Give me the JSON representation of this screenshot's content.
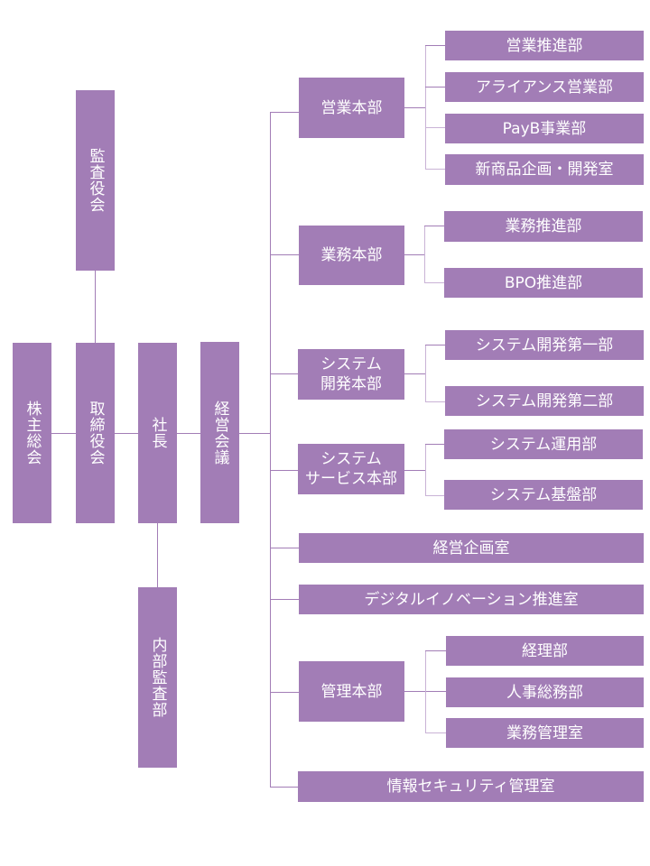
{
  "colors": {
    "box": "#a27db6",
    "text": "#ffffff",
    "connector": "#a27db6"
  },
  "top_level": {
    "shareholders": "株主総会",
    "board": "取締役会",
    "auditors": "監査役会",
    "president": "社長",
    "internal_audit": "内部監査部",
    "management_meeting": "経営会議"
  },
  "divisions": [
    {
      "name": "営業本部",
      "children": [
        "営業推進部",
        "アライアンス営業部",
        "PayB事業部",
        "新商品企画・開発室"
      ]
    },
    {
      "name": "業務本部",
      "children": [
        "業務推進部",
        "BPO推進部"
      ]
    },
    {
      "name": "システム\n開発本部",
      "children": [
        "システム開発第一部",
        "システム開発第二部"
      ]
    },
    {
      "name": "システム\nサービス本部",
      "children": [
        "システム運用部",
        "システム基盤部"
      ]
    },
    {
      "name": "経営企画室",
      "children": []
    },
    {
      "name": "デジタルイノベーション推進室",
      "children": []
    },
    {
      "name": "管理本部",
      "children": [
        "経理部",
        "人事総務部",
        "業務管理室"
      ]
    },
    {
      "name": "情報セキュリティ管理室",
      "children": []
    }
  ]
}
